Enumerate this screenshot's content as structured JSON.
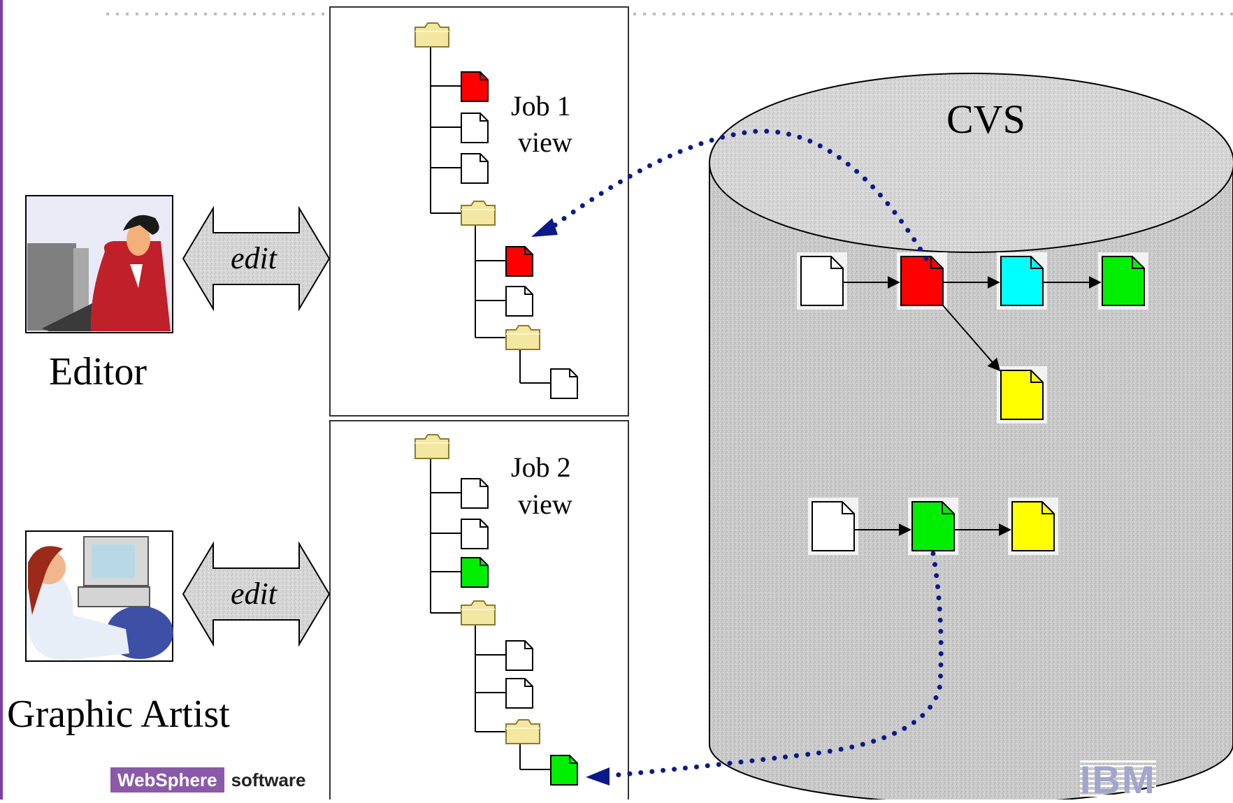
{
  "roles": {
    "editor": "Editor",
    "artist": "Graphic Artist"
  },
  "actions": {
    "edit_top": "edit",
    "edit_bottom": "edit"
  },
  "views": {
    "job1_line1": "Job 1",
    "job1_line2": "view",
    "job2_line1": "Job 2",
    "job2_line2": "view"
  },
  "repository": {
    "label": "CVS"
  },
  "footer": {
    "brand_name": "WebSphere",
    "brand_suffix": "software",
    "company_logo_text": "IBM"
  },
  "colors": {
    "accent_purple": "#7b3fa0",
    "file_red": "#ff0000",
    "file_green": "#00ee00",
    "file_cyan": "#00ffff",
    "file_yellow": "#ffff00",
    "folder_yellow": "#f3e7a2",
    "connector_blue": "#0a1a8a"
  }
}
